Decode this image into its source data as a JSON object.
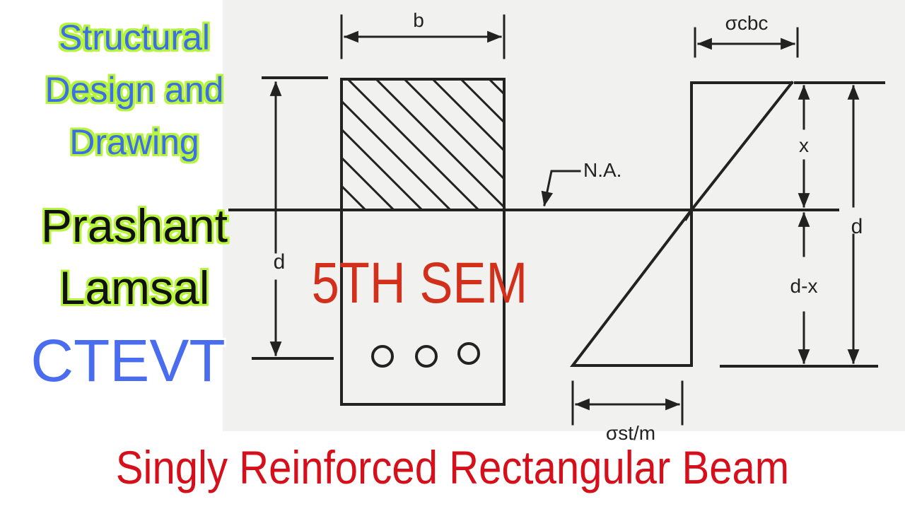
{
  "diagram": {
    "breadth_label": "b",
    "depth_label_left": "d",
    "neutral_axis_label": "N.A.",
    "concrete_stress_label": "σcbc",
    "steel_stress_label": "σst/m",
    "compression_depth_label": "x",
    "tension_depth_label": "d-x",
    "depth_label_right": "d"
  },
  "overlay": {
    "subject_lines": [
      "Structural",
      "Design and",
      "Drawing"
    ],
    "author_lines": [
      "Prashant",
      "Lamsal"
    ],
    "board": "CTEVT",
    "semester": "5TH SEM",
    "topic": "Singly Reinforced Rectangular Beam"
  },
  "colors": {
    "subject_text": "#3c6fe6",
    "outline_glow": "#b6f53a",
    "author_text": "#111111",
    "board_text": "#4a6df0",
    "semester_text": "#d2301a",
    "topic_text": "#d60f1a",
    "drawing_ink": "#222222",
    "paper": "#f1f1ef"
  }
}
